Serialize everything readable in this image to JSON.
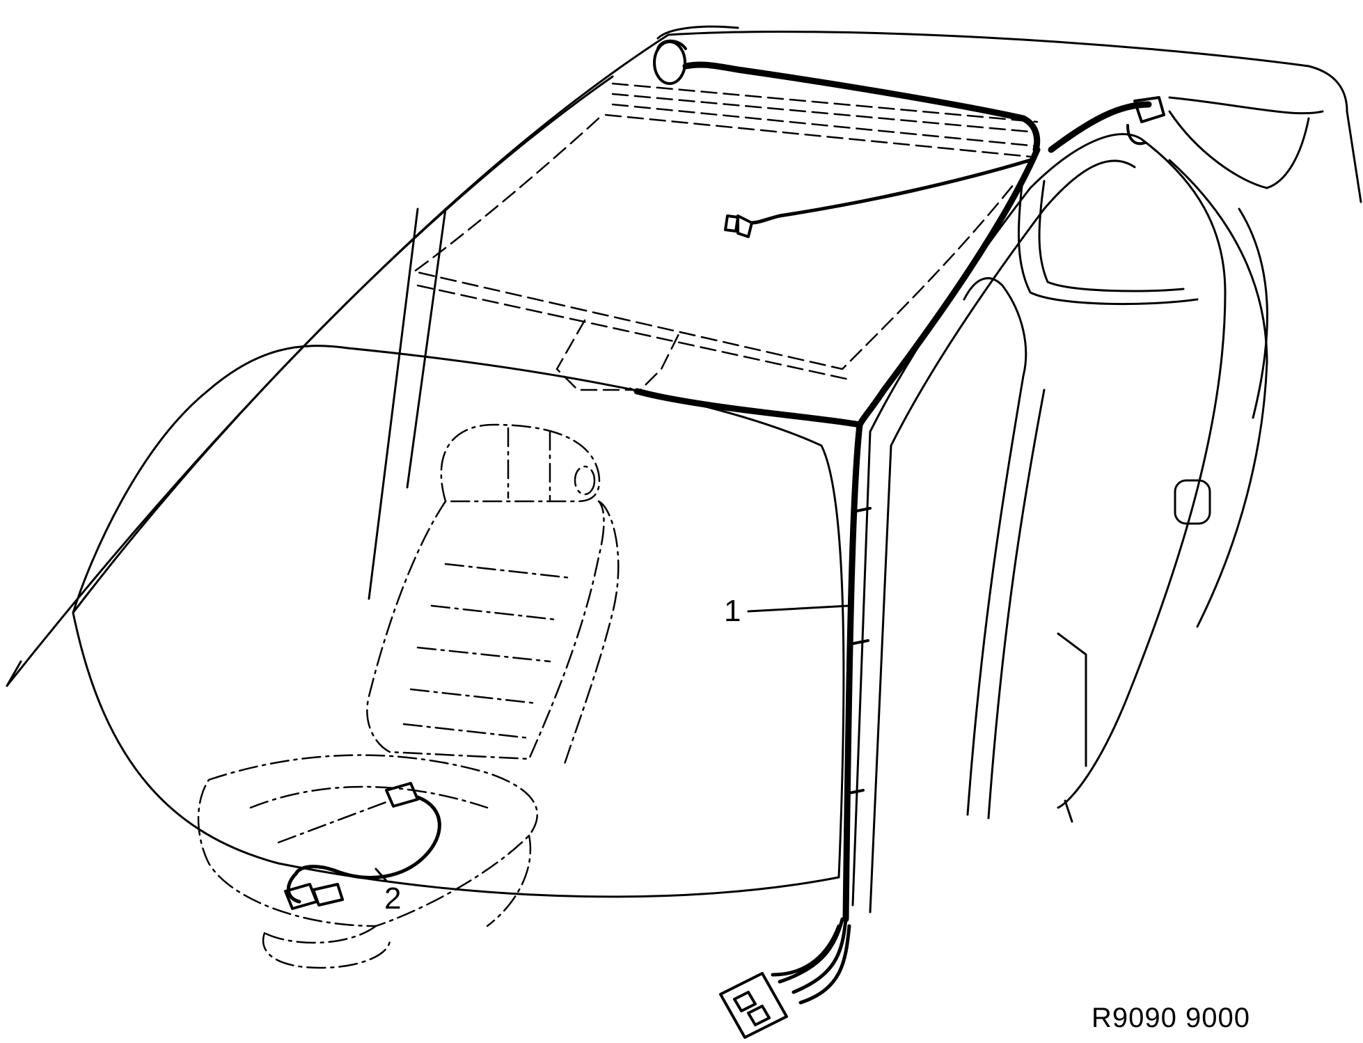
{
  "callouts": {
    "one": "1",
    "two": "2"
  },
  "figure_ref": "R9090 9000"
}
